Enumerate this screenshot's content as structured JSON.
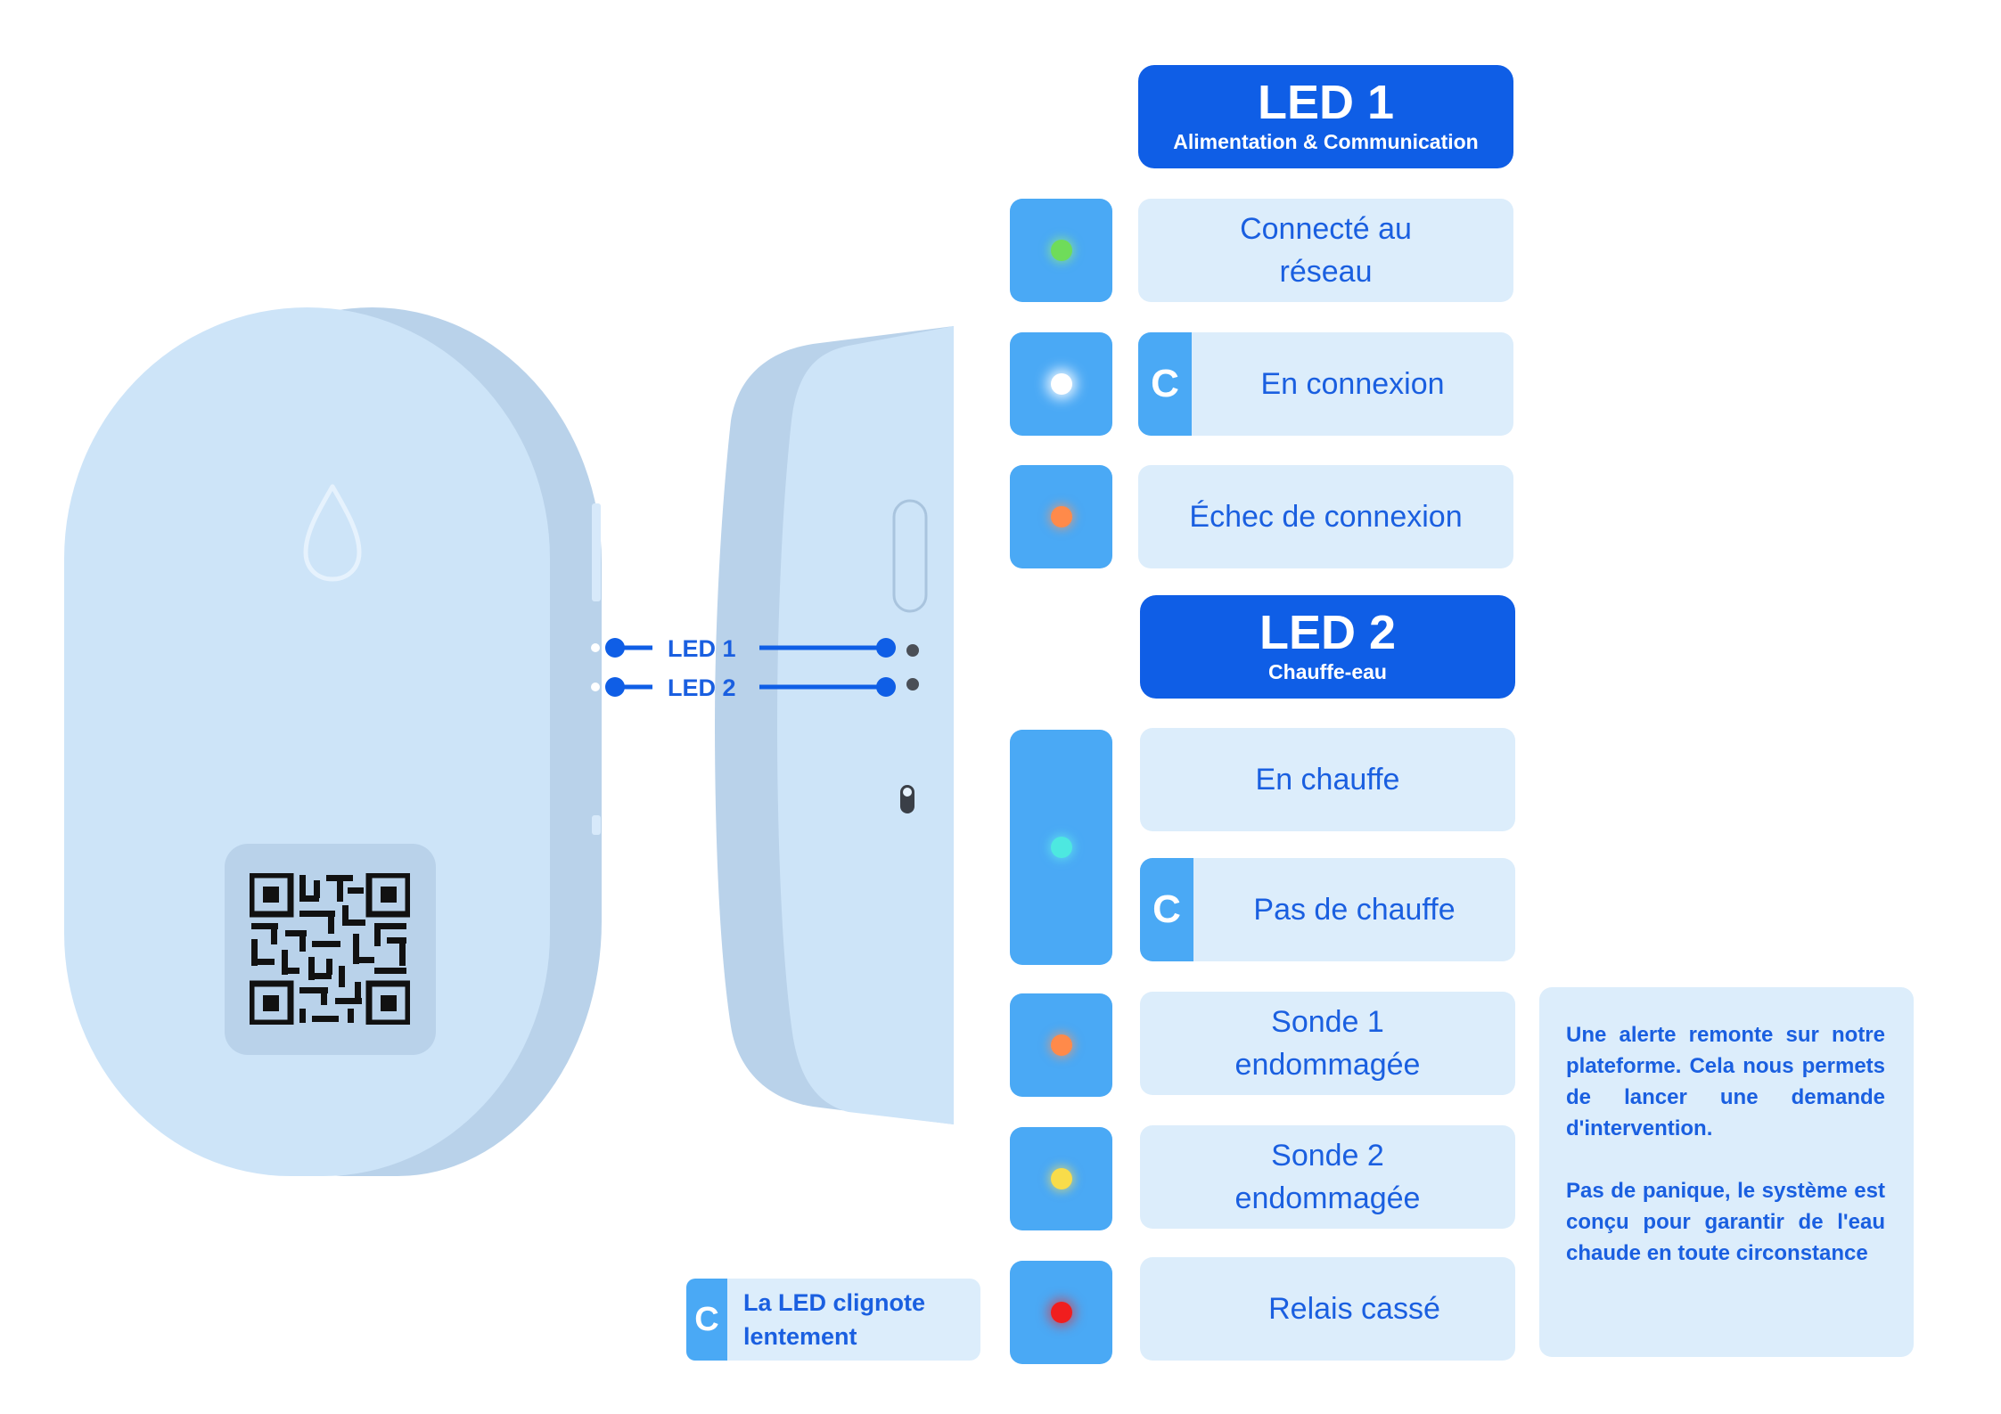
{
  "connector": {
    "led1_label": "LED 1",
    "led2_label": "LED 2"
  },
  "led1": {
    "title": "LED 1",
    "subtitle": "Alimentation & Communication",
    "states": [
      {
        "label": "Connecté au réseau",
        "dot_color": "#6fdc5a",
        "blink": false
      },
      {
        "label": "En connexion",
        "dot_color": "#ffffff",
        "blink": true,
        "blink_tag": "C"
      },
      {
        "label": "Échec de connexion",
        "dot_color": "#ff8a4a",
        "blink": false
      }
    ]
  },
  "led2": {
    "title": "LED 2",
    "subtitle": "Chauffe-eau",
    "states": [
      {
        "label": "En chauffe",
        "dot_color": "#4de8e0",
        "blink": false
      },
      {
        "label": "Pas de chauffe",
        "dot_color": "#4de8e0",
        "blink": true,
        "blink_tag": "C"
      },
      {
        "label": "Sonde 1 endommagée",
        "dot_color": "#ff8a4a",
        "blink": false
      },
      {
        "label": "Sonde 2 endommagée",
        "dot_color": "#f8dc4a",
        "blink": false
      },
      {
        "label": "Relais cassé",
        "dot_color": "#f01e1e",
        "blink": false
      }
    ]
  },
  "alert_note": {
    "paragraph1": "Une alerte remonte sur notre plateforme. Cela nous permets de lancer une demande d'intervention.",
    "paragraph2": "Pas de panique, le système est conçu pour garantir de l'eau chaude en toute circonstance"
  },
  "legend": {
    "tag": "C",
    "text": "La LED clignote lentement"
  },
  "colors": {
    "accent": "#0f5ee6",
    "text_blue": "#1a5fe0",
    "led_box": "#4aa9f5",
    "card_bg": "#dcedfb",
    "device_body": "#cde4f8",
    "device_shadow": "#b9d2ea"
  },
  "icons": {
    "front_logo": "water-drop-icon",
    "qr": "qr-code-icon"
  }
}
